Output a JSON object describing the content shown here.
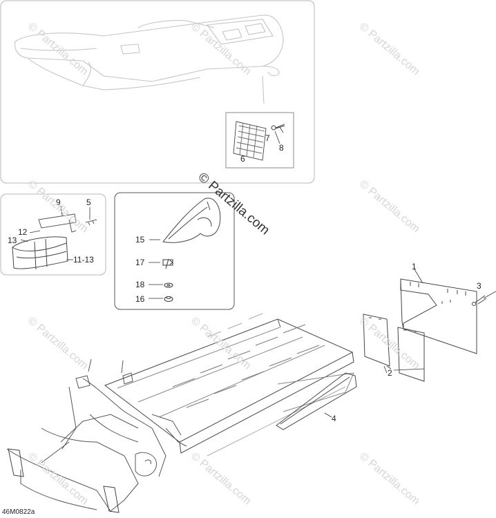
{
  "callouts": {
    "c1": "1",
    "c2": "2",
    "c3": "3",
    "c4": "4",
    "c5": "5",
    "c6": "6",
    "c7": "7",
    "c8": "8",
    "c9": "9",
    "c11_13": "11-13",
    "c12": "12",
    "c13": "13",
    "c15": "15",
    "c16": "16",
    "c17": "17",
    "c18": "18"
  },
  "watermark": {
    "text": "© Partzilla.com"
  },
  "drawing_code": "46M0822a"
}
